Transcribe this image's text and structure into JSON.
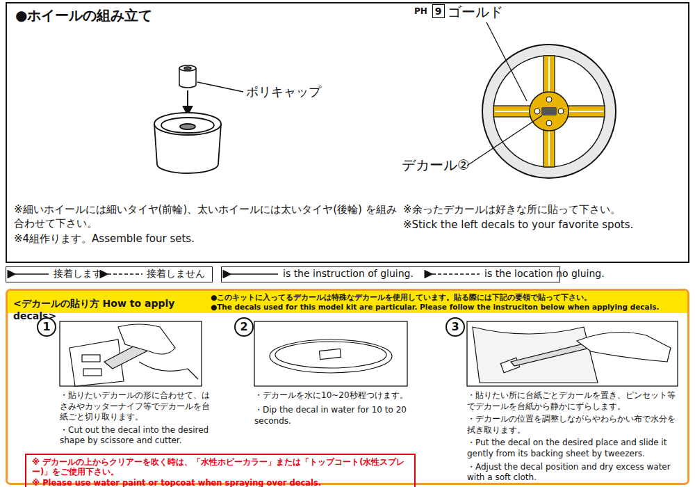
{
  "diagram": {
    "nodes": [
      {
        "text": [
          "●ホイールの組み立て"
        ]
      },
      {
        "text": [
          "9"
        ],
        "in": 0
      },
      {
        "text": [
          "接着します",
          "接着しません"
        ]
      },
      {
        "text": [
          "is the instruction of gluing.",
          "is the location no gluing."
        ]
      },
      {
        "text": [
          "<デカールの貼り方 How to apply decals>",
          "●このキットに入ってるデカールは特殊なデカールを使用しています。貼る際には下記の要領で貼って下さい。",
          "●The decals used for this model kit are particular. Please follow the instruciton below when applying decals."
        ]
      },
      {
        "text": [
          "1"
        ],
        "in": 4
      },
      {
        "text": [
          "2"
        ],
        "in": 4
      },
      {
        "text": [
          "3"
        ],
        "in": 4
      },
      {
        "text": [
          "※ デカールの上からクリアーを吹く時は、「水性ホビーカラー」または「トップコート(水性スプレー)」をご使用下さい。",
          "※ Please use water paint or topcoat when spraying over decals."
        ],
        "in": 4
      }
    ],
    "labels": [
      "ポリキャップ",
      "PH",
      "ゴールド",
      "デカール②",
      "※細いホイールには細いタイヤ(前輪)、太いホイールには太いタイヤ(後輪) を組み合わせて下さい。",
      "※4組作ります。Assemble four sets.",
      "※余ったデカールは好きな所に貼って下さい。",
      "※Stick the left decals to your favorite spots.",
      "・貼りたいデカールの形に合わせて、はさみやカッターナイフ等でデカールを台紙ごと切り取ります。",
      "・Cut out the decal into the desired shape by scissore and cutter.",
      "・デカールを水に10~20秒程つけます。",
      "・Dip the decal in water for 10 to 20 seconds.",
      "・貼りたい所に台紙ごとデカールを置き、ピンセット等でデカールを台紙から静かにずらします。",
      "・デカールの位置を調整しながらやわらかい布で水分を拭き取ります。",
      "・Put the decal on the desired place and slide it gently from its backing sheet by tweezers.",
      "・Adjust the decal position and dry excess water with a soft cloth."
    ]
  }
}
